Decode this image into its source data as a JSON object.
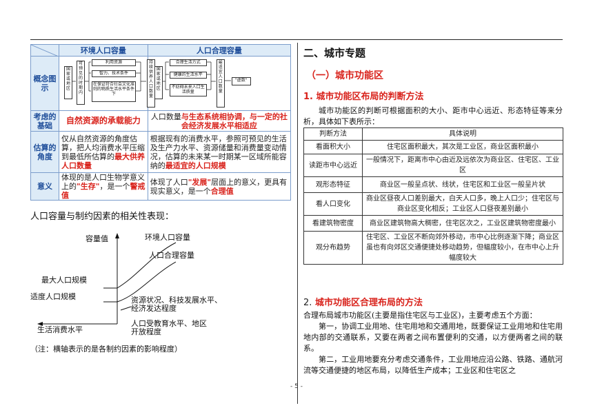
{
  "concept_table": {
    "col_env": "环境人口容量",
    "col_reasonable": "人口合理容量",
    "row_concept": "概念图示",
    "row_factor": "考虑的基础",
    "row_angle": "估算的角度",
    "row_meaning": "意义",
    "env_diagram": {
      "left_box": "国家或地区",
      "mid_box": "可预见的时期内",
      "box_resource": "利用资源",
      "box_tech": "智力、技术条件",
      "box_social": "在保证符合社会文化准则的物质生活水平条件下",
      "right_box": "持续供养人口数量"
    },
    "res_diagram": {
      "left_box": "国家或地区",
      "box_1": "合理生活方式",
      "box_2": "健康的生活水平",
      "box_3": "不妨碍未来人口生活质量",
      "mid_box": "最适宜人口数量",
      "right_box": "\"虚数\""
    },
    "env_factor": "自然资源的承载能力",
    "res_factor_a": "人口数量",
    "res_factor_b": "与生态系统相协调，与一定的社会经济发展水平相适应",
    "env_angle_a": "仅从自然资源的角度估算，把人均消费水平压缩到最低所估算的",
    "env_angle_b": "最大供养人口数量",
    "res_angle_a": "根据现有的消费水平，参照可预见的生活及生产力水平、资源储量和消费量变动情况，估算的未来某一时期某一区域所能容纳的",
    "res_angle_b": "最适宜的人口规模",
    "env_meaning_a": "体现的是人口生物学意义上的",
    "env_meaning_b": "\"生存\"",
    "env_meaning_c": "，是一个",
    "env_meaning_d": "警戒值",
    "res_meaning_a": "体现了人口",
    "res_meaning_b": "\"发展\"",
    "res_meaning_c": "层面上的意义，更具有现实意义，是一个",
    "res_meaning_d": "合理值"
  },
  "caption": "人口容量与制约因素的相关性表现：",
  "chart_data": {
    "type": "line",
    "ylabel": "容量值",
    "xlabel": "生活消费水平",
    "series": [
      {
        "name": "环境人口容量"
      },
      {
        "name": "人口合理容量"
      }
    ],
    "annotations": [
      "最大人口规模",
      "适度人口规模",
      "资源状况、科技发展水平、经济发达程度",
      "人口受教育水平、地区开放程度"
    ],
    "note": "（注：横轴表示的是各制约因素的影响程度）"
  },
  "right": {
    "section_title": "二、城市专题",
    "sub_title": "（一）城市功能区",
    "h3_num": "1.",
    "h3_text": "城市功能区布局的判断方法",
    "intro": "城市功能区的判断可根据面积的大小、距市中心远近、形态特征等来分析，具体如下表所示：",
    "table_head": [
      "判断方法",
      "具体说明"
    ],
    "rows": [
      [
        "看面积大小",
        "住宅区面积最大，其次是工业区，商业区面积最小"
      ],
      [
        "读距市中心远近",
        "一般情况下，距离市中心由近及远依次为商业区、住宅区、工业区"
      ],
      [
        "观形态特征",
        "商业区一般呈点状、线状，住宅区和工业区一般呈片状"
      ],
      [
        "看人口变化",
        "商业区昼夜人口差别最大，白天人口多，晚上人口少；住宅区与商业区变化相反；工业区人口昼夜差别最小"
      ],
      [
        "看建筑物密度",
        "商业区建筑物高大稠密，住宅区次之，工业区建筑物密度最小"
      ],
      [
        "观分布趋势",
        "住宅区、工业区不断向郊外移动，市中心比例逐渐下降；商业区虽也有向郊区交通便捷处移动趋势，但幅度较小，在市中心上升幅度较大"
      ]
    ],
    "h4_num": "2.",
    "h4_text": "城市功能区合理布局的方法",
    "p1": "合理布局城市功能区(主要是指住宅区与工业区)，主要考虑五个方面：",
    "p2": "第一，协调工业用地、住宅用地和交通用地，既要保证工业用地和住宅用地内部的交通联系，又要在两者之间布置便利的交通，以方便两者之间的联系。",
    "p3": "第二，工业用地要充分考虑交通条件，工业用地应沿公路、铁路、通航河流等交通便捷的地区布局，以降低生产成本；工业区和住宅区之"
  },
  "page_number": "- 5 -"
}
